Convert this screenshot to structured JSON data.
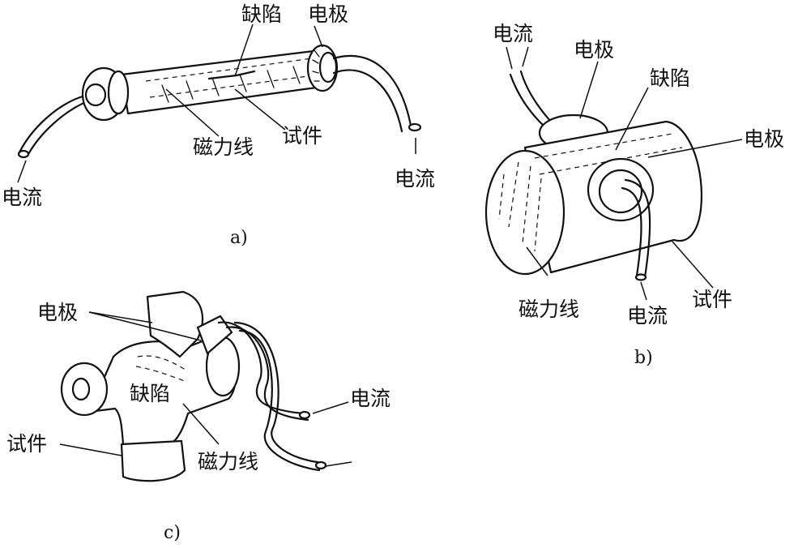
{
  "diagrams": {
    "a": {
      "caption": "a)",
      "labels": {
        "defect": "缺陷",
        "electrode": "电极",
        "field_lines": "磁力线",
        "specimen": "试件",
        "current_left": "电流",
        "current_right": "电流"
      }
    },
    "b": {
      "caption": "b)",
      "labels": {
        "current_top": "电流",
        "electrode_top": "电极",
        "defect": "缺陷",
        "electrode_right": "电极",
        "field_lines": "磁力线",
        "current_bottom": "电流",
        "specimen": "试件"
      }
    },
    "c": {
      "caption": "c)",
      "labels": {
        "electrode": "电极",
        "defect": "缺陷",
        "current": "电流",
        "specimen": "试件",
        "field_lines": "磁力线"
      }
    }
  }
}
